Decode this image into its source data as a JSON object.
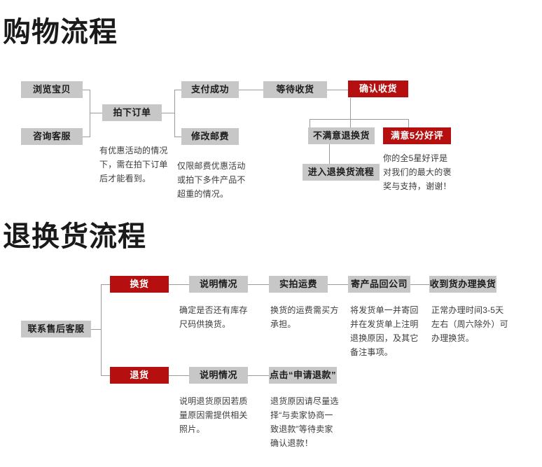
{
  "sections": [
    {
      "id": "shopping",
      "title": "购物流程",
      "boxes": [
        {
          "name": "browse-item",
          "label": "浏览宝贝",
          "style": "gray"
        },
        {
          "name": "consult-service",
          "label": "咨询客服",
          "style": "gray"
        },
        {
          "name": "place-order",
          "label": "拍下订单",
          "style": "gray"
        },
        {
          "name": "payment-success",
          "label": "支付成功",
          "style": "gray"
        },
        {
          "name": "modify-shipping-fee",
          "label": "修改邮费",
          "style": "gray"
        },
        {
          "name": "await-delivery",
          "label": "等待收货",
          "style": "gray"
        },
        {
          "name": "confirm-receipt",
          "label": "确认收货",
          "style": "red"
        },
        {
          "name": "unsatisfied-return",
          "label": "不满意退换货",
          "style": "gray"
        },
        {
          "name": "enter-return-flow",
          "label": "进入退换货流程",
          "style": "gray"
        },
        {
          "name": "satisfied-5-star",
          "label": "满意5分好评",
          "style": "red"
        }
      ],
      "captions": [
        {
          "name": "caption-place-order",
          "lines": [
            "有优惠活动的情况",
            "下，需在拍下订单",
            "后才能看到。"
          ]
        },
        {
          "name": "caption-shipping-fee",
          "lines": [
            "仅限邮费优惠活动",
            "或拍下多件产品不",
            "超重的情况。"
          ]
        },
        {
          "name": "caption-5-star",
          "lines": [
            "你的全5星好评是",
            "对我们的最大的褒",
            "奖与支持，谢谢！"
          ]
        }
      ]
    },
    {
      "id": "return",
      "title": "退换货流程",
      "boxes": [
        {
          "name": "contact-after-sales",
          "label": "联系售后客服",
          "style": "gray"
        },
        {
          "name": "exchange",
          "label": "换货",
          "style": "red"
        },
        {
          "name": "explain-situation-1",
          "label": "说明情况",
          "style": "gray"
        },
        {
          "name": "actual-shipping-fee",
          "label": "实拍运费",
          "style": "gray"
        },
        {
          "name": "send-back-product",
          "label": "寄产品回公司",
          "style": "gray"
        },
        {
          "name": "received-process",
          "label": "收到货办理换货",
          "style": "gray"
        },
        {
          "name": "refund",
          "label": "退货",
          "style": "red"
        },
        {
          "name": "explain-situation-2",
          "label": "说明情况",
          "style": "gray"
        },
        {
          "name": "click-apply-refund",
          "label": "点击“申请退款”",
          "style": "gray"
        }
      ],
      "captions": [
        {
          "name": "caption-exchange-stock",
          "lines": [
            "确定是否还有库存",
            "尺码供换货。"
          ]
        },
        {
          "name": "caption-exchange-freight",
          "lines": [
            "换货的运费需买方",
            "承担。"
          ]
        },
        {
          "name": "caption-send-back",
          "lines": [
            "将发货单一并寄回",
            "并在发货单上注明",
            "退换原因，及其它",
            "备注事项。"
          ]
        },
        {
          "name": "caption-processing-time",
          "lines": [
            "正常办理时间3-5天",
            "左右（周六除外）可",
            "办理换货。"
          ]
        },
        {
          "name": "caption-refund-reason",
          "lines": [
            "说明退货原因若质",
            "量原因需提供相关",
            "照片。"
          ]
        },
        {
          "name": "caption-refund-apply",
          "lines": [
            "退货原因请尽量选",
            "择“与卖家协商一",
            "致退款”等待卖家",
            "确认退款！"
          ]
        }
      ]
    }
  ],
  "colors": {
    "red": "#b5100f",
    "gray": "#c7c7c7",
    "line": "#9a9a9a",
    "title_text": "#1a1a1a",
    "caption_text": "#3b3b3b"
  }
}
